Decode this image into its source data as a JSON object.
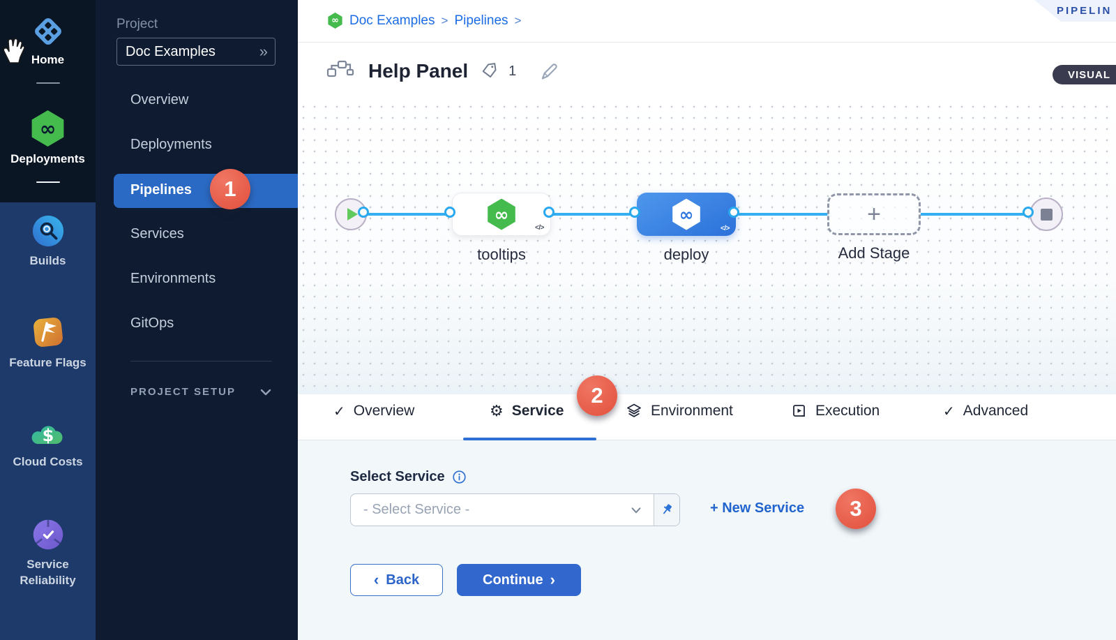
{
  "module_sidebar": {
    "items": [
      {
        "label": "Home",
        "icon": "harness-logo"
      },
      {
        "label": "Deployments",
        "icon": "deployments-hexagon"
      },
      {
        "label": "Builds",
        "icon": "builds-magnifier"
      },
      {
        "label": "Feature Flags",
        "icon": "feature-flags-flag"
      },
      {
        "label": "Cloud Costs",
        "icon": "cloud-costs-cloud"
      },
      {
        "label": "Service Reliability",
        "icon": "service-reliability-dial"
      }
    ]
  },
  "project_sidebar": {
    "section_label": "Project",
    "project_name": "Doc Examples",
    "items": [
      {
        "label": "Overview"
      },
      {
        "label": "Deployments"
      },
      {
        "label": "Pipelines",
        "active": true
      },
      {
        "label": "Services"
      },
      {
        "label": "Environments"
      },
      {
        "label": "GitOps"
      }
    ],
    "setup_label": "PROJECT SETUP"
  },
  "header": {
    "breadcrumb": {
      "crumb1": "Doc Examples",
      "crumb2": "Pipelines"
    },
    "title": "Help Panel",
    "tag_count": "1",
    "ribbon_label": "PIPELIN",
    "visual_toggle_label": "VISUAL"
  },
  "pipeline": {
    "stages": [
      {
        "name": "tooltips",
        "style": "white-card"
      },
      {
        "name": "deploy",
        "style": "blue-card-selected"
      }
    ],
    "add_stage_label": "Add Stage"
  },
  "tabs": [
    {
      "label": "Overview",
      "icon": "check"
    },
    {
      "label": "Service",
      "icon": "gear",
      "active": true
    },
    {
      "label": "Environment",
      "icon": "layers"
    },
    {
      "label": "Execution",
      "icon": "execution-play-square"
    },
    {
      "label": "Advanced",
      "icon": "check"
    }
  ],
  "form": {
    "label": "Select Service",
    "select_placeholder": "- Select Service -",
    "new_service_label": "+ New Service",
    "back_label": "Back",
    "continue_label": "Continue"
  },
  "annotations": {
    "step1": "1",
    "step2": "2",
    "step3": "3"
  },
  "icons": {
    "double_chevron": "»",
    "breadcrumb_separator": ">",
    "infinity": "∞",
    "code": "</>",
    "plus": "+",
    "check": "✓",
    "gear": "⚙",
    "chevron_left": "‹",
    "chevron_right": "›"
  },
  "colors": {
    "sidebar_navy": "#1e3a6a",
    "sidebar_dark": "#0b1625",
    "project_sidebar_dark": "#0e1b30",
    "active_nav_blue": "#2b6ac4",
    "annotation_red": "#e2503c",
    "link_blue": "#1b6ce5",
    "connector_blue": "#36aef2",
    "stage_blue": "#2b71da",
    "harness_green": "#45bb4e",
    "primary_button_blue": "#3268cd",
    "form_bg": "#f2f7fa"
  }
}
